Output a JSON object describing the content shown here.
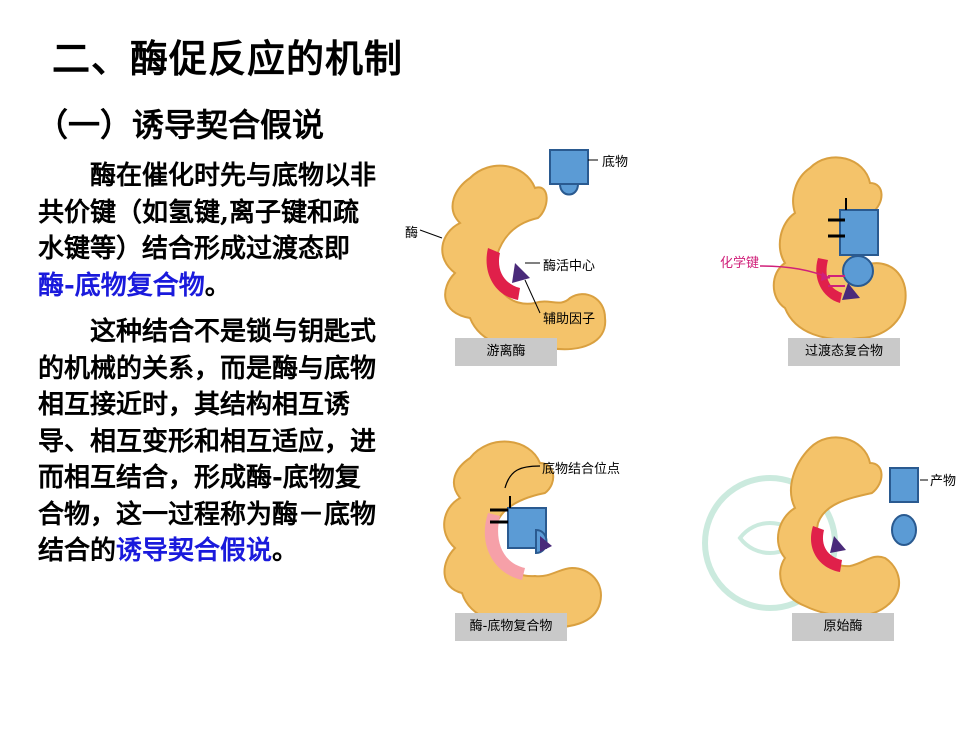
{
  "title": "二、酶促反应的机制",
  "subtitle": "（一）诱导契合假说",
  "paragraph1": {
    "text": "酶在催化时先与底物以非共价键（如氢键,离子键和疏水键等）结合形成过渡态即",
    "highlight": "酶-底物复合物",
    "end": "。"
  },
  "paragraph2": {
    "text": "这种结合不是锁与钥匙式的机械的关系，而是酶与底物相互接近时，其结构相互诱导、相互变形和相互适应，进而相互结合，形成酶-底物复合物，这一过程称为酶－底物结合的",
    "highlight": "诱导契合假说",
    "end": "。"
  },
  "figure": {
    "panel1": {
      "label_substrate": "底物",
      "label_enzyme": "酶",
      "label_active_center": "酶活中心",
      "label_cofactor": "辅助因子",
      "caption": "游离酶"
    },
    "panel2": {
      "label_chemical_bond": "化学键",
      "caption": "过渡态复合物"
    },
    "panel3": {
      "label_binding_site": "底物结合位点",
      "caption": "酶-底物复合物"
    },
    "panel4": {
      "label_product": "产物",
      "caption": "原始酶"
    },
    "colors": {
      "enzyme": "#f4c36a",
      "enzyme_edge": "#d9a040",
      "substrate": "#5b9bd5",
      "active_site": "#e0204a",
      "cofactor": "#4a2a7a",
      "chemical_bond_label": "#d0207a",
      "caption_bg": "#c9c9c9"
    }
  }
}
